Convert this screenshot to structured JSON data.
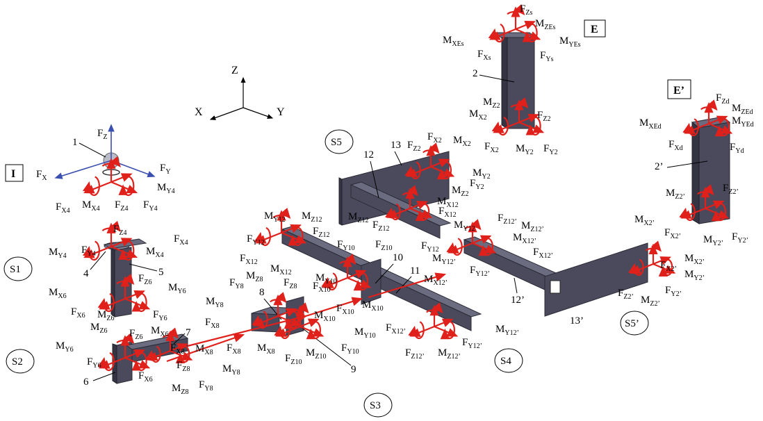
{
  "axes": {
    "x": "X",
    "y": "Y",
    "z": "Z"
  },
  "panel_labels": {
    "I": "I",
    "E": "E",
    "E_prime": "E’"
  },
  "sections": {
    "S1": "S1",
    "S2": "S2",
    "S3": "S3",
    "S4": "S4",
    "S5": "S5",
    "S5p": "S5’"
  },
  "part_numbers": {
    "n1": "1",
    "n2": "2",
    "n2p": "2’",
    "n4": "4",
    "n5": "5",
    "n6": "6",
    "n7": "7",
    "n8": "8",
    "n9": "9",
    "n10": "10",
    "n11": "11",
    "n12": "12",
    "n12p": "12’",
    "n13": "13",
    "n13p": "13’"
  },
  "joint1": {
    "fz": "F",
    "fz_s": "Z",
    "fx": "F",
    "fx_s": "X",
    "fy": "F",
    "fy_s": "Y"
  },
  "loads": {
    "FZs": {
      "m": "F",
      "s": "Zs"
    },
    "MZEs": {
      "m": "M",
      "s": "ZEs"
    },
    "MXEs": {
      "m": "M",
      "s": "XEs"
    },
    "MYEs": {
      "m": "M",
      "s": "YEs"
    },
    "FXs": {
      "m": "F",
      "s": "Xs"
    },
    "FYs": {
      "m": "F",
      "s": "Ys"
    },
    "MZ2": {
      "m": "M",
      "s": "Z2"
    },
    "MX2a": {
      "m": "M",
      "s": "X2"
    },
    "FZ2a": {
      "m": "F",
      "s": "Z2"
    },
    "FX2a": {
      "m": "F",
      "s": "X2"
    },
    "MY2a": {
      "m": "M",
      "s": "Y2"
    },
    "FY2a": {
      "m": "F",
      "s": "Y2"
    },
    "FZd": {
      "m": "F",
      "s": "Zd"
    },
    "MZEd": {
      "m": "M",
      "s": "ZEd"
    },
    "MXEd": {
      "m": "M",
      "s": "XEd"
    },
    "MYEd": {
      "m": "M",
      "s": "YEd"
    },
    "FXd": {
      "m": "F",
      "s": "Xd"
    },
    "FYd": {
      "m": "F",
      "s": "Yd"
    },
    "MZ2p": {
      "m": "M",
      "s": "Z2’"
    },
    "FZ2p": {
      "m": "F",
      "s": "Z2’"
    },
    "MX2p": {
      "m": "M",
      "s": "X2’"
    },
    "FX2p": {
      "m": "F",
      "s": "X2’"
    },
    "MY2p": {
      "m": "M",
      "s": "Y2’"
    },
    "FY2p": {
      "m": "F",
      "s": "Y2’"
    },
    "FX2pb": {
      "m": "F",
      "s": "X2’"
    },
    "MX2pb": {
      "m": "M",
      "s": "X2’"
    },
    "MY2pb": {
      "m": "M",
      "s": "Y2’"
    },
    "FZ2pb": {
      "m": "F",
      "s": "Z2’"
    },
    "MZ2pb": {
      "m": "M",
      "s": "Z2’"
    },
    "FY2pb": {
      "m": "F",
      "s": "Y2’"
    },
    "FZ2b": {
      "m": "F",
      "s": "Z2"
    },
    "FX2b": {
      "m": "F",
      "s": "X2"
    },
    "MX2b": {
      "m": "M",
      "s": "X2"
    },
    "MY2b": {
      "m": "M",
      "s": "Y2"
    },
    "FY2b": {
      "m": "F",
      "s": "Y2"
    },
    "MZ2b": {
      "m": "M",
      "s": "Z2"
    },
    "MX12": {
      "m": "M",
      "s": "X12"
    },
    "FX12": {
      "m": "F",
      "s": "X12"
    },
    "MZ12": {
      "m": "M",
      "s": "Z12"
    },
    "FZ12": {
      "m": "F",
      "s": "Z12"
    },
    "MY12": {
      "m": "M",
      "s": "Y12"
    },
    "FY12": {
      "m": "F",
      "s": "Y12"
    },
    "FZ12p": {
      "m": "F",
      "s": "Z12’"
    },
    "MZ12p": {
      "m": "M",
      "s": "Z12’"
    },
    "MX12p": {
      "m": "M",
      "s": "X12’"
    },
    "FX12p": {
      "m": "F",
      "s": "X12’"
    },
    "MY12p": {
      "m": "M",
      "s": "Y12’"
    },
    "FY12p": {
      "m": "F",
      "s": "Y12’"
    },
    "MY12L": {
      "m": "M",
      "s": "Y12"
    },
    "MZ12L": {
      "m": "M",
      "s": "Z12"
    },
    "FZ12L": {
      "m": "F",
      "s": "Z12"
    },
    "FY12L": {
      "m": "F",
      "s": "Y12"
    },
    "FY10": {
      "m": "F",
      "s": "Y10"
    },
    "FZ10": {
      "m": "F",
      "s": "Z10"
    },
    "FX12L": {
      "m": "F",
      "s": "X12"
    },
    "MX12L": {
      "m": "M",
      "s": "X12"
    },
    "MY10": {
      "m": "M",
      "s": "Y10"
    },
    "MZ8": {
      "m": "M",
      "s": "Z8"
    },
    "FZ8": {
      "m": "F",
      "s": "Z8"
    },
    "FX10": {
      "m": "F",
      "s": "X10"
    },
    "MX10": {
      "m": "M",
      "s": "X10"
    },
    "MX12pL": {
      "m": "M",
      "s": "X12’"
    },
    "FY8": {
      "m": "F",
      "s": "Y8"
    },
    "MY8": {
      "m": "M",
      "s": "Y8"
    },
    "FX10b": {
      "m": "F",
      "s": "X10"
    },
    "MX10b": {
      "m": "M",
      "s": "X10"
    },
    "MY10b": {
      "m": "M",
      "s": "Y10"
    },
    "FX12pL": {
      "m": "F",
      "s": "X12’"
    },
    "MY12pL": {
      "m": "M",
      "s": "Y12’"
    },
    "FY12pL": {
      "m": "F",
      "s": "Y12’"
    },
    "FZ12pL": {
      "m": "F",
      "s": "Z12’"
    },
    "MZ12pL": {
      "m": "M",
      "s": "Z12’"
    },
    "FX8": {
      "m": "F",
      "s": "X8"
    },
    "FX8b": {
      "m": "F",
      "s": "X8"
    },
    "MX8": {
      "m": "M",
      "s": "X8"
    },
    "FZ10b": {
      "m": "F",
      "s": "Z10"
    },
    "MZ10": {
      "m": "M",
      "s": "Z10"
    },
    "FY10b": {
      "m": "F",
      "s": "Y10"
    },
    "FX4": {
      "m": "F",
      "s": "X4"
    },
    "MX4": {
      "m": "M",
      "s": "X4"
    },
    "FZ4": {
      "m": "F",
      "s": "Z4"
    },
    "FY4": {
      "m": "F",
      "s": "Y4"
    },
    "MY4": {
      "m": "M",
      "s": "Y4"
    },
    "FZ4b": {
      "m": "F",
      "s": "Z4"
    },
    "FX4b": {
      "m": "F",
      "s": "X4"
    },
    "MY4b": {
      "m": "M",
      "s": "Y4"
    },
    "FY4b": {
      "m": "F",
      "s": "Y4"
    },
    "MX4b": {
      "m": "M",
      "s": "X4"
    },
    "FZ6": {
      "m": "F",
      "s": "Z6"
    },
    "MY6": {
      "m": "M",
      "s": "Y6"
    },
    "MX6": {
      "m": "M",
      "s": "X6"
    },
    "FX6": {
      "m": "F",
      "s": "X6"
    },
    "MZ6": {
      "m": "M",
      "s": "Z6"
    },
    "FY6": {
      "m": "F",
      "s": "Y6"
    },
    "MZ6b": {
      "m": "M",
      "s": "Z6"
    },
    "FZ6b": {
      "m": "F",
      "s": "Z6"
    },
    "MX6b": {
      "m": "M",
      "s": "X6"
    },
    "MY6b": {
      "m": "M",
      "s": "Y6"
    },
    "FY6b": {
      "m": "F",
      "s": "Y6"
    },
    "FX6b": {
      "m": "F",
      "s": "X6"
    },
    "FX8c": {
      "m": "F",
      "s": "X8"
    },
    "MX8c": {
      "m": "M",
      "s": "X8"
    },
    "FZ8b": {
      "m": "F",
      "s": "Z8"
    },
    "MY8b": {
      "m": "M",
      "s": "Y8"
    },
    "MZ8b": {
      "m": "M",
      "s": "Z8"
    },
    "FY8b": {
      "m": "F",
      "s": "Y8"
    }
  }
}
